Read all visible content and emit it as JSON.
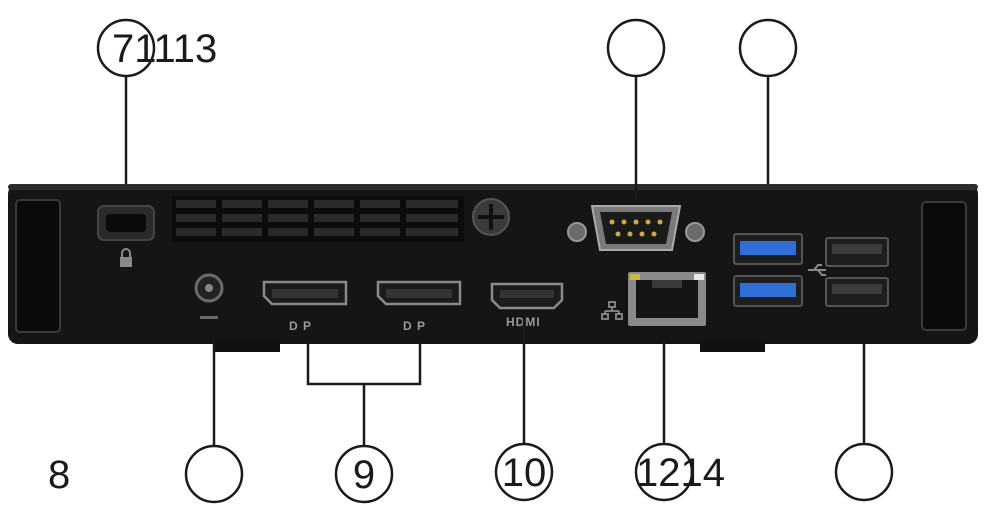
{
  "callouts": {
    "top_left": "71113",
    "bottom_left": "8",
    "dp_group": "9",
    "hdmi": "10",
    "ethernet": "1214"
  },
  "port_labels": {
    "dp1": "D P",
    "dp2": "D P",
    "hdmi": "HDMI"
  },
  "colors": {
    "chassis": "#151515",
    "usb3": "#2f6fd6",
    "vent": "#2a2a2a",
    "label_gray": "#9a9a9a"
  }
}
